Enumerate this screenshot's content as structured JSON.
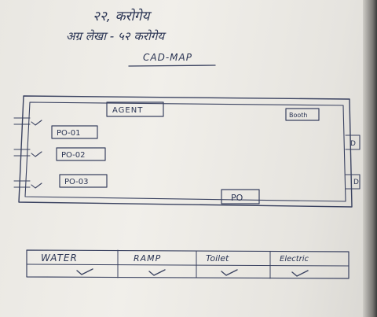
{
  "header": {
    "line_1": "२२, करोगेय",
    "line_2": "अग्र लेखा - ५२ करोगेय",
    "title": "CAD-MAP"
  },
  "plan": {
    "agent_label": "AGENT",
    "booth_label": "Booth",
    "pos": [
      "PO-01",
      "PO-02",
      "PO-03"
    ],
    "po_label": "PO",
    "door_labels": [
      "D",
      "D"
    ]
  },
  "facilities": {
    "columns": [
      "WATER",
      "RAMP",
      "Toilet",
      "Electric"
    ]
  }
}
